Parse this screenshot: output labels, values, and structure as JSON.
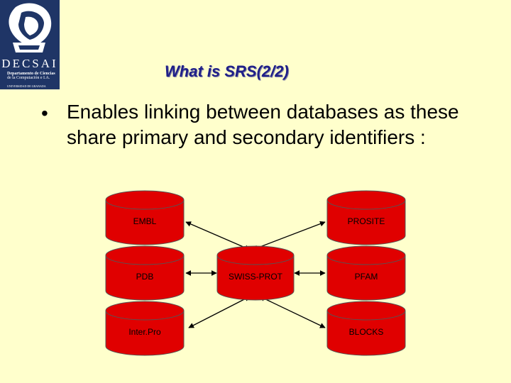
{
  "logo": {
    "name": "DECSAI",
    "line1": "Departamento de Ciencias",
    "line2": "de la Computación e I.A.",
    "line3": "",
    "line4": "UNIVERSIDAD DE GRANADA"
  },
  "title": "What is SRS(2/2)",
  "bullet": "Enables linking between databases as these share primary and secondary identifiers :",
  "databases": {
    "embl": "EMBL",
    "prosite": "PROSITE",
    "pdb": "PDB",
    "swissprot": "SWISS-PROT",
    "pfam": "PFAM",
    "interpro": "Inter.Pro",
    "blocks": "BLOCKS"
  },
  "colors": {
    "background": "#ffffcc",
    "cylinder": "#e00000",
    "title": "#1f1f88",
    "logo_bg": "#1f3566"
  }
}
